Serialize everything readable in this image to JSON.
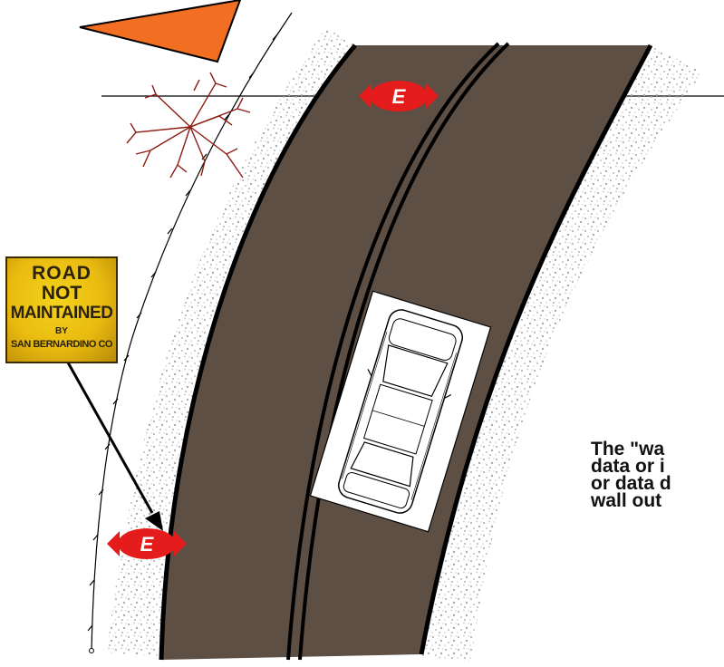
{
  "sign": {
    "line1": "ROAD",
    "line2": "NOT",
    "line3": "MAINTAINED",
    "line4": "BY",
    "line5": "SAN BERNARDINO CO"
  },
  "markers": {
    "top_label": "E",
    "left_label": "E"
  },
  "caption": {
    "line1": "The \"wa",
    "line2": "data or i",
    "line3": "or data d",
    "line4": "wall out"
  },
  "colors": {
    "road": "#5e4f45",
    "marker": "#e41c1c",
    "cone": "#f26e22",
    "brush": "#8c1c14",
    "sign": "#e9bb10"
  }
}
